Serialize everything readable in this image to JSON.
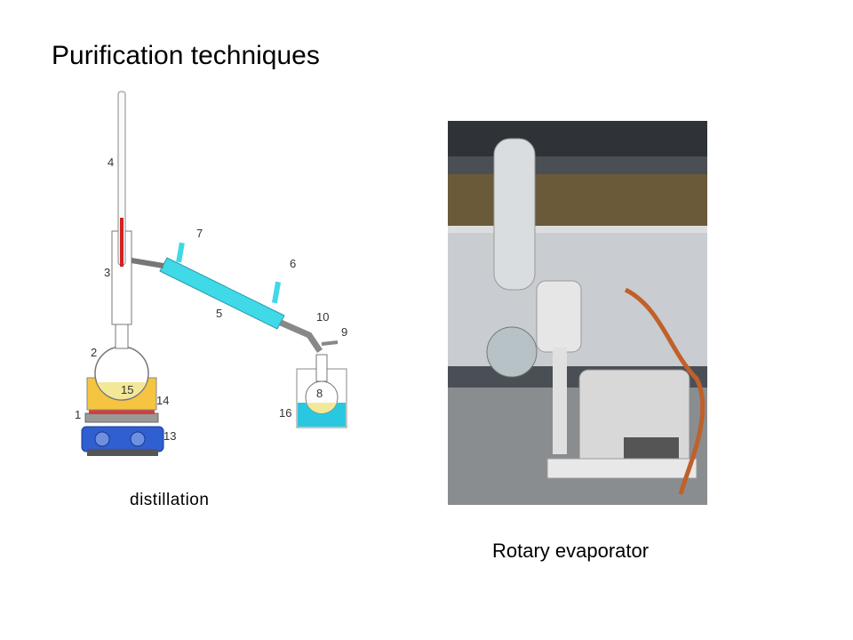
{
  "slide": {
    "title": "Purification techniques",
    "caption_left": "distillation",
    "caption_right": "Rotary evaporator"
  },
  "diagram": {
    "labels": [
      "1",
      "2",
      "3",
      "4",
      "5",
      "6",
      "7",
      "8",
      "9",
      "10",
      "13",
      "14",
      "15",
      "16"
    ]
  },
  "colors": {
    "condenser": "#3fd9e8",
    "liquid": "#f3e89a",
    "heat_bath": "#f5c542",
    "hotplate": "#2f5fd0",
    "receiver_bath": "#29c8e0",
    "thermometer": "#d32020"
  }
}
